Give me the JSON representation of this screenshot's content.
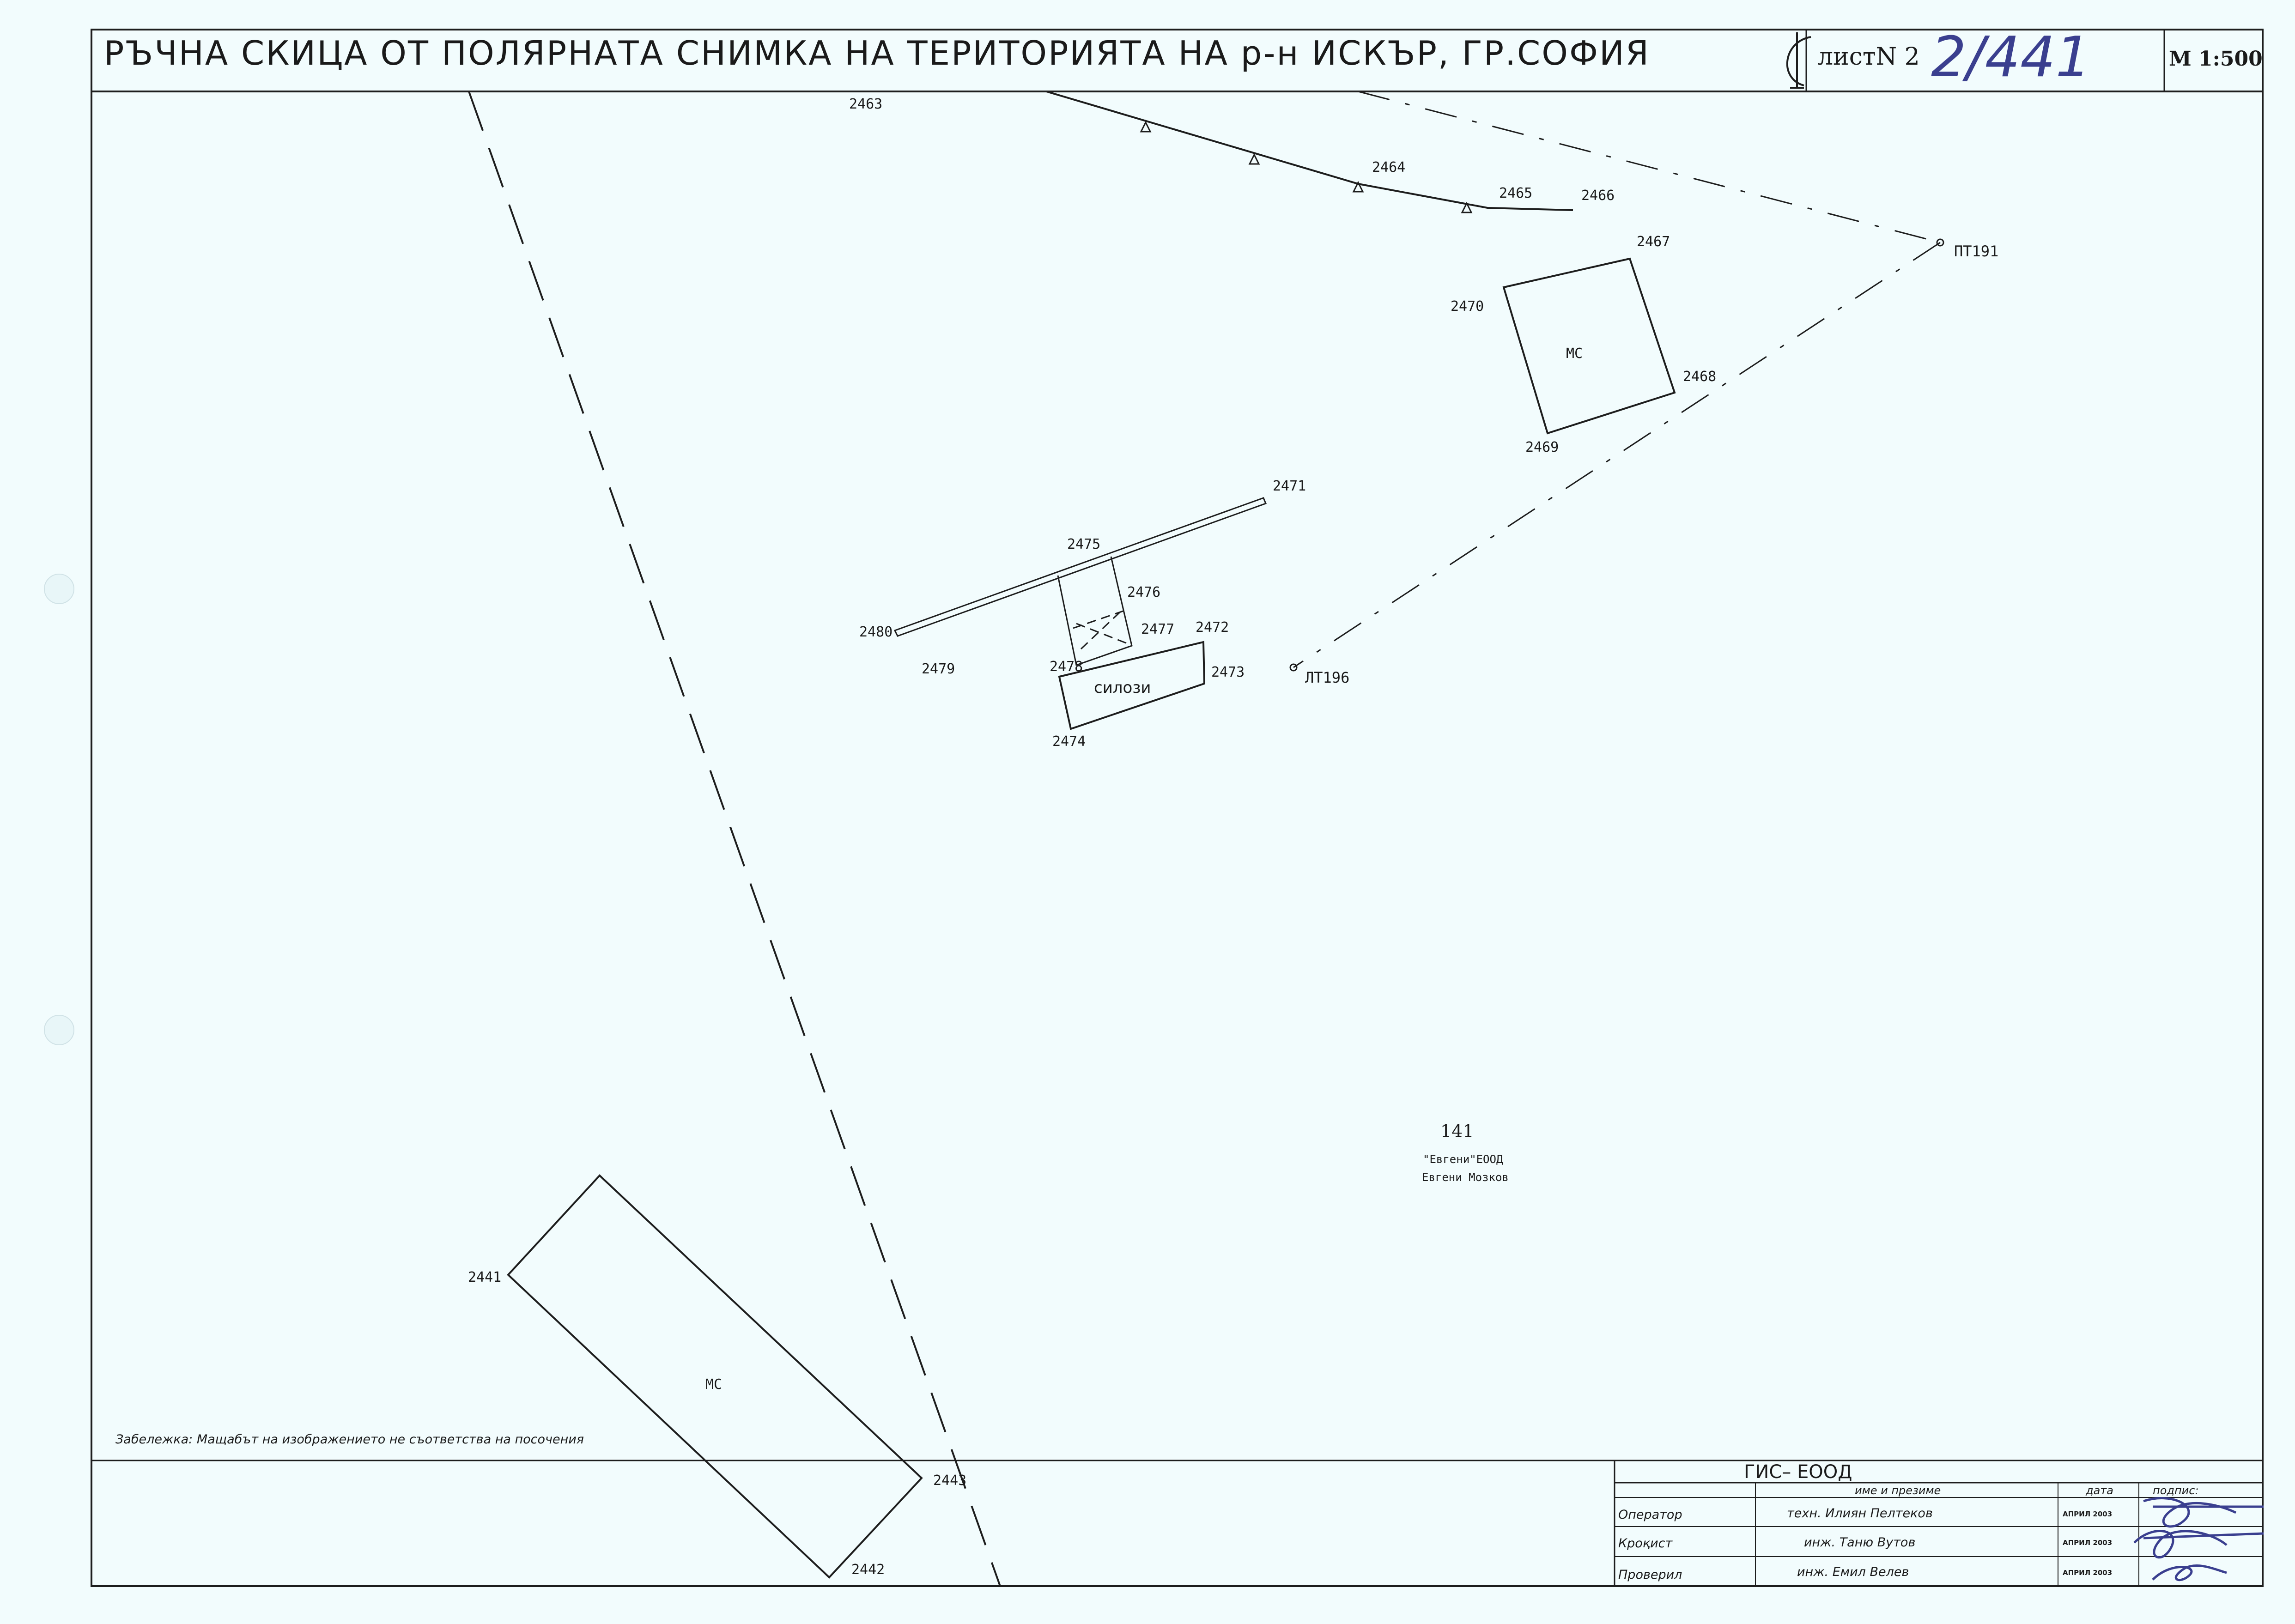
{
  "header": {
    "title": "РЪЧНА СКИЦА ОТ ПОЛЯРНАТА СНИМКА НА ТЕРИТОРИЯТА НА р-н ИСКЪР, ГР.СОФИЯ",
    "sheet_label": "листN 2",
    "sheet_handwritten": "2/441",
    "scale": "М 1:500"
  },
  "map": {
    "point_labels": [
      "2463",
      "2464",
      "2465",
      "2466",
      "2467",
      "2468",
      "2469",
      "2470",
      "2471",
      "2472",
      "2473",
      "2474",
      "2475",
      "2476",
      "2477",
      "2478",
      "2479",
      "2480",
      "2441",
      "2442",
      "2443"
    ],
    "station_pt": "ПТ191",
    "station_lt": "ЛТ196",
    "building_upper_label": "МС",
    "building_lower_label": "МС",
    "silos_label": "силози",
    "parcel_number": "141",
    "owner_company": "\"Евгени\"ЕООД",
    "owner_name": "Евгени Мозков"
  },
  "note": "Забележка: Мащабът на изображението не съответства на посочения",
  "titleblock": {
    "company": "ГИС– ЕООД",
    "col_name": "име и презиме",
    "col_date": "дата",
    "col_sign": "подпис:",
    "rows": [
      {
        "role": "Оператор",
        "name": "техн. Илиян Пелтеков",
        "date": "АПРИЛ 2003"
      },
      {
        "role": "Кроқист",
        "name": "инж. Таню Вутов",
        "date": "АПРИЛ 2003"
      },
      {
        "role": "Проверил",
        "name": "инж. Емил Велев",
        "date": "АПРИЛ 2003"
      }
    ]
  },
  "colors": {
    "paper": "#f2fcfd",
    "ink": "#1d1d1d",
    "pen": "#3a3f8f"
  }
}
